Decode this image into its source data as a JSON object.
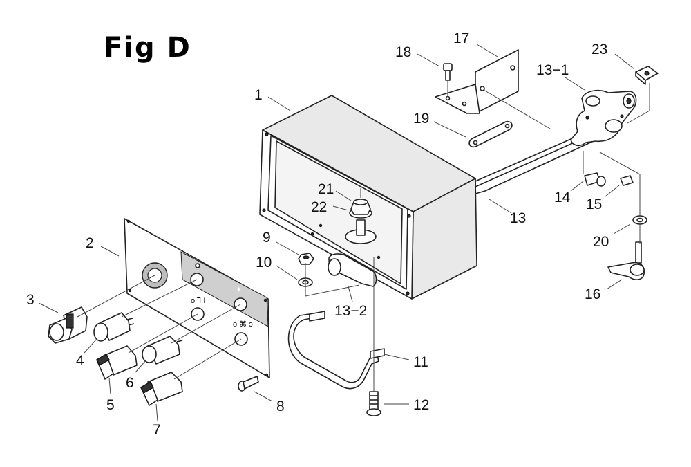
{
  "figure": {
    "title": "Fig D"
  },
  "callouts": [
    {
      "id": "c1",
      "label": "1"
    },
    {
      "id": "c2",
      "label": "2"
    },
    {
      "id": "c3",
      "label": "3"
    },
    {
      "id": "c4",
      "label": "4"
    },
    {
      "id": "c5",
      "label": "5"
    },
    {
      "id": "c6",
      "label": "6"
    },
    {
      "id": "c7",
      "label": "7"
    },
    {
      "id": "c8",
      "label": "8"
    },
    {
      "id": "c9",
      "label": "9"
    },
    {
      "id": "c10",
      "label": "10"
    },
    {
      "id": "c11",
      "label": "11"
    },
    {
      "id": "c12",
      "label": "12"
    },
    {
      "id": "c13",
      "label": "13"
    },
    {
      "id": "c13_1",
      "label": "13−1"
    },
    {
      "id": "c13_2",
      "label": "13−2"
    },
    {
      "id": "c14",
      "label": "14"
    },
    {
      "id": "c15",
      "label": "15"
    },
    {
      "id": "c16",
      "label": "16"
    },
    {
      "id": "c17",
      "label": "17"
    },
    {
      "id": "c18",
      "label": "18"
    },
    {
      "id": "c19",
      "label": "19"
    },
    {
      "id": "c20",
      "label": "20"
    },
    {
      "id": "c21",
      "label": "21"
    },
    {
      "id": "c22",
      "label": "22"
    },
    {
      "id": "c23",
      "label": "23"
    }
  ],
  "colors": {
    "line": "#222222",
    "panel_shade": "#cfcfcf",
    "box_face": "#e9e9e9",
    "background": "#ffffff"
  },
  "icons": {
    "panel_symbols": [
      "on-off-symbol",
      "coolant-symbol",
      "light-symbol"
    ]
  }
}
